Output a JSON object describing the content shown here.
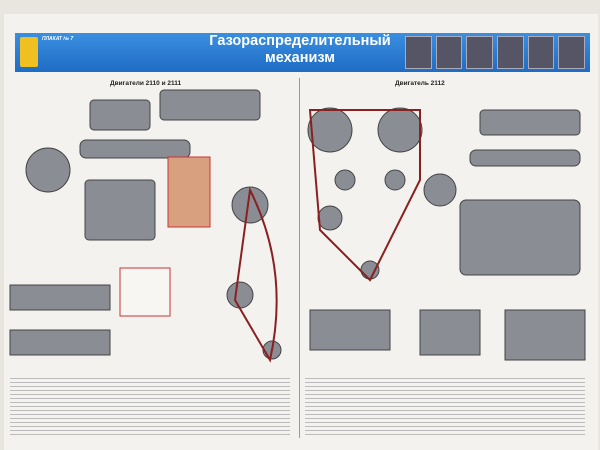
{
  "header": {
    "poster_label": "ПЛАКАТ № 7",
    "title_line1": "Газораспределительный",
    "title_line2": "механизм",
    "accent": "#2a7fd0"
  },
  "sections": {
    "left": "Двигатели 2110 и 2111",
    "right": "Двигатель 2112"
  }
}
